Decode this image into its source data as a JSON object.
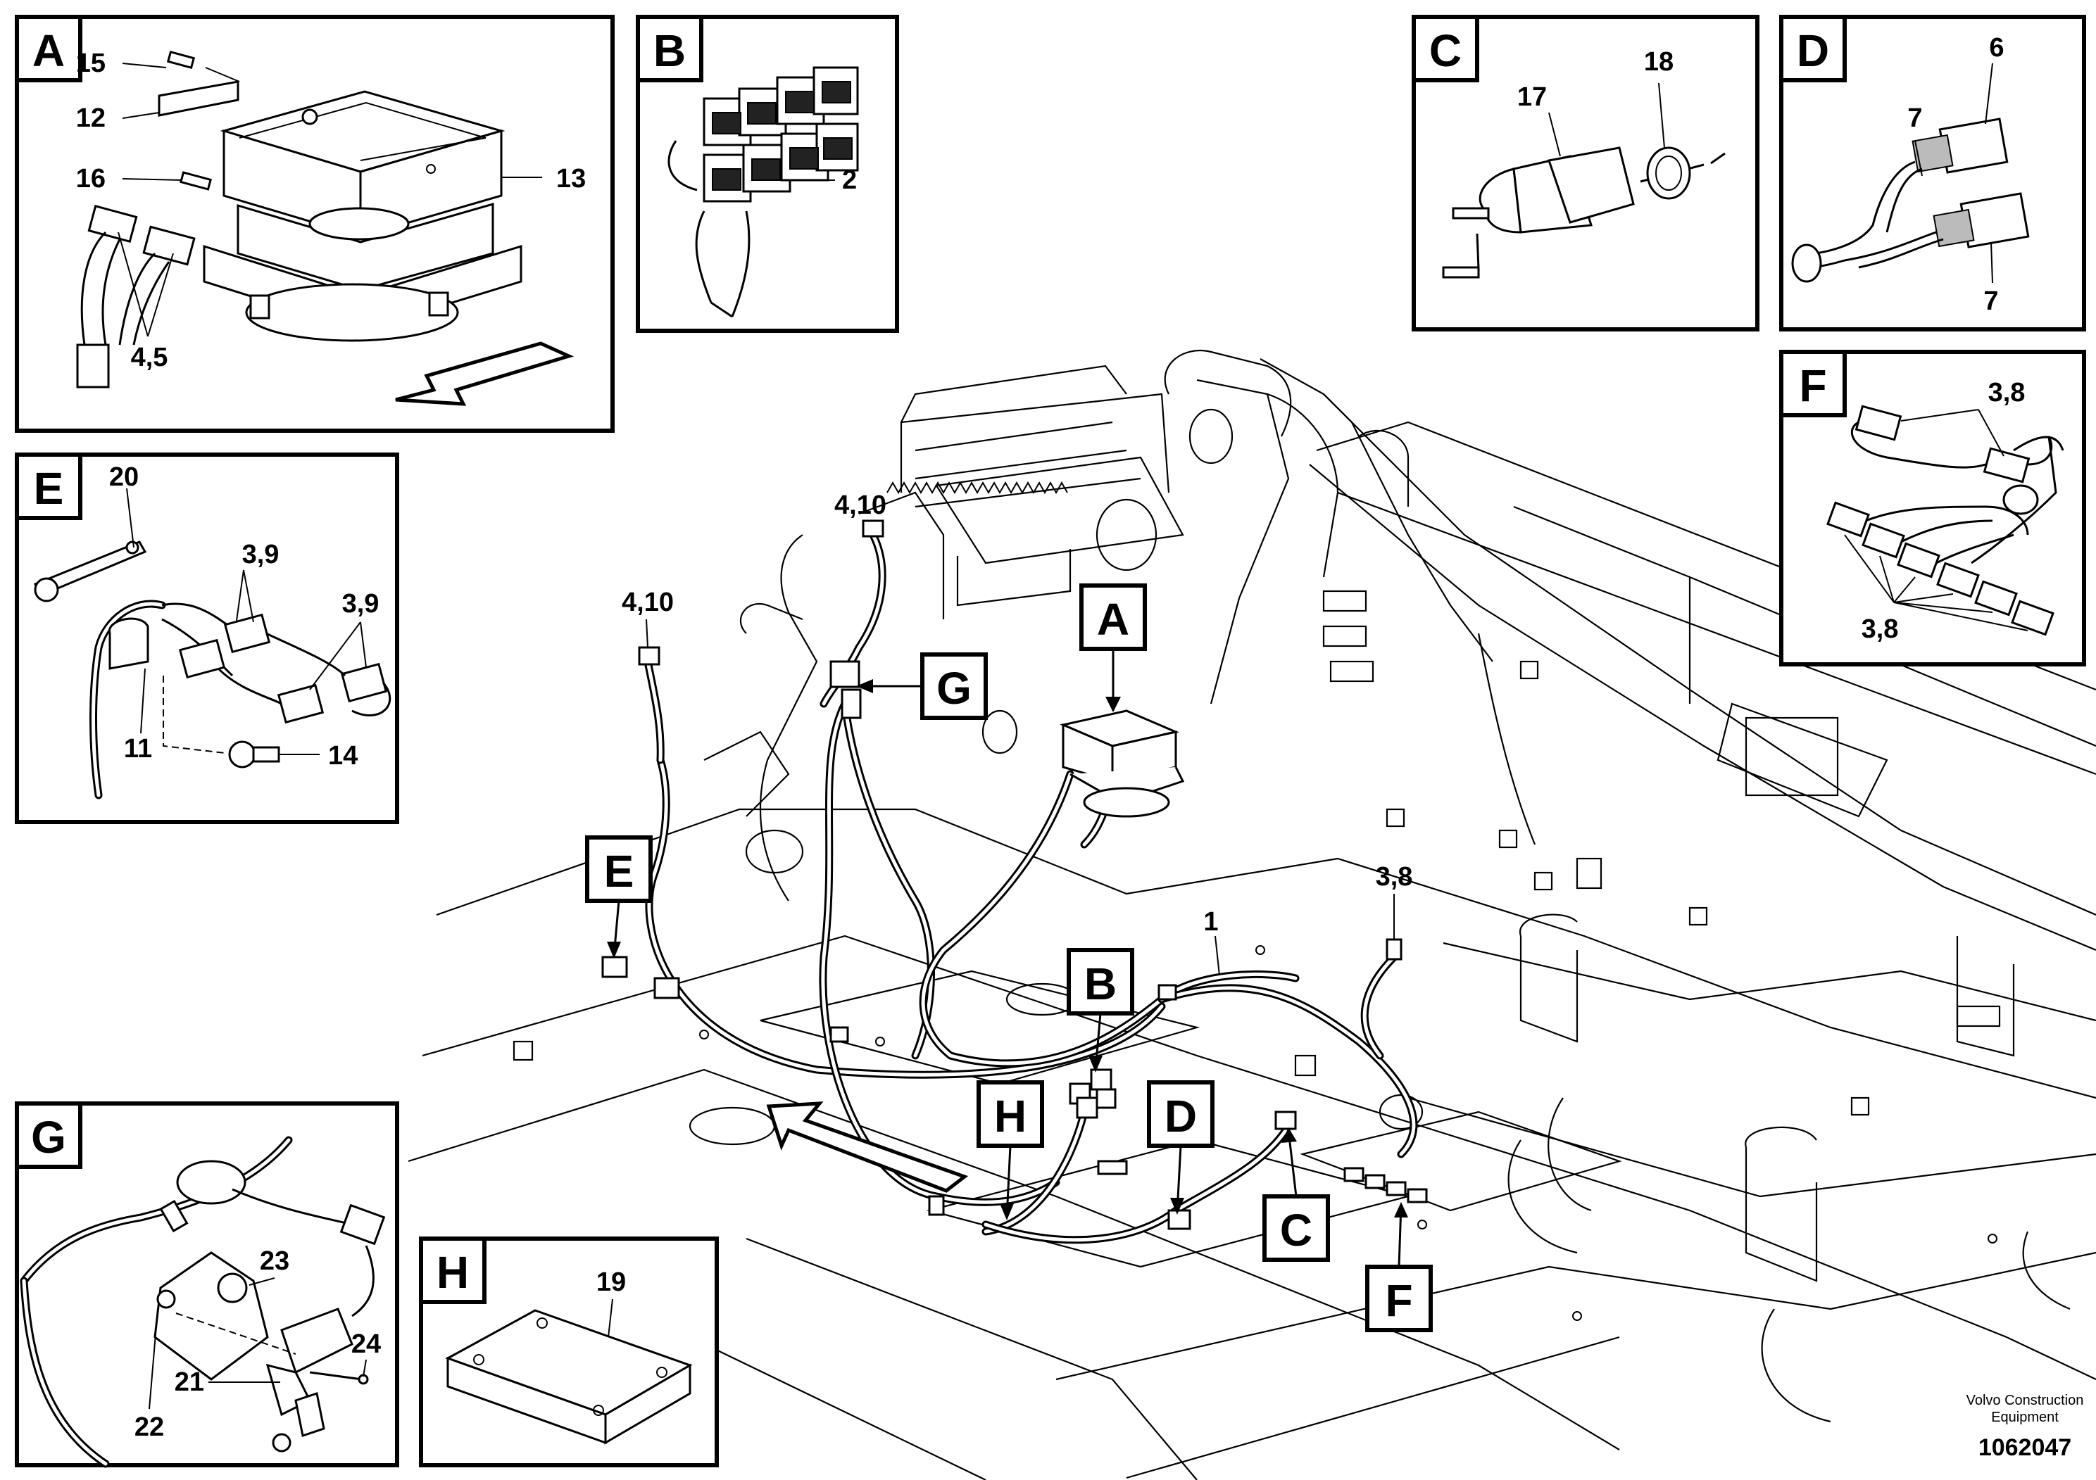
{
  "callouts": {
    "A": "A",
    "B": "B",
    "C": "C",
    "D": "D",
    "E": "E",
    "F": "F",
    "G": "G",
    "H": "H"
  },
  "parts": {
    "p1": "1",
    "p2": "2",
    "p6": "6",
    "p7a": "7",
    "p7b": "7",
    "p11": "11",
    "p12": "12",
    "p13": "13",
    "p14": "14",
    "p15": "15",
    "p16": "16",
    "p17": "17",
    "p18": "18",
    "p19": "19",
    "p20": "20",
    "p21": "21",
    "p22": "22",
    "p23": "23",
    "p24": "24",
    "p45": "4,5",
    "p39a": "3,9",
    "p39b": "3,9",
    "p38a": "3,8",
    "p38b": "3,8",
    "p38main": "3,8",
    "p410a": "4,10",
    "p410b": "4,10"
  },
  "footer": {
    "company_line1": "Volvo Construction",
    "company_line2": "Equipment",
    "document_number": "1062047"
  }
}
